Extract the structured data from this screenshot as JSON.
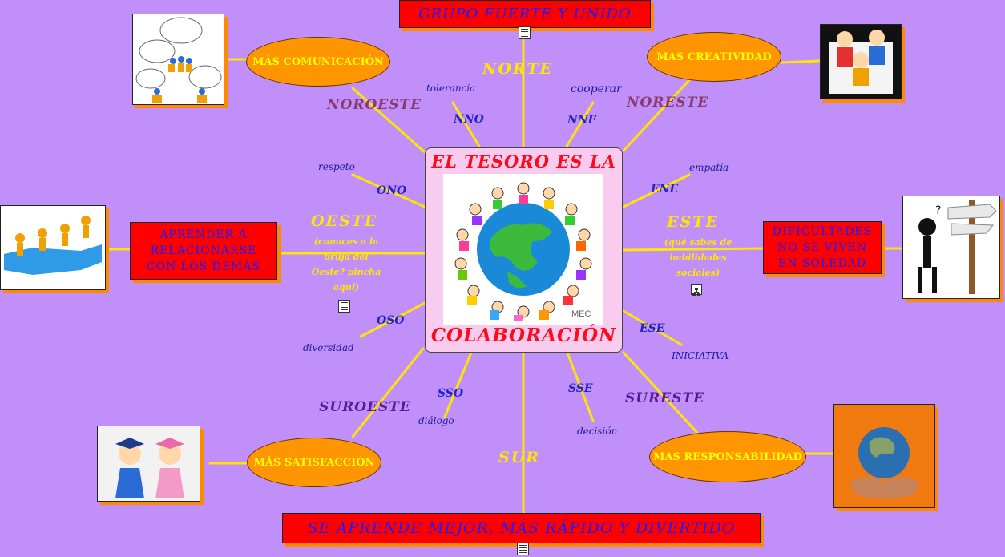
{
  "center": {
    "title_top": "EL TESORO ES LA",
    "title_bottom": "COLABORACIÓN",
    "logo": "MEC"
  },
  "top_banner": "GRUPO FUERTE Y UNIDO",
  "bottom_banner": "SE APRENDE MEJOR, MÁS RÁPIDO Y DIVERTIDO",
  "left_box": "APRENDER A RELACIONARSE CON LOS DEMÁS",
  "right_box": "DIFICULTADES NO SE VIVEN EN SOLEDAD",
  "ovals": {
    "nw": "MÁS COMUNICACIÓN",
    "ne": "MAS CREATIVIDAD",
    "sw": "MÁS SATISFACCIÓN",
    "se": "MAS RESPONSABILIDAD"
  },
  "directions": {
    "norte": "NORTE",
    "sur": "SUR",
    "noroeste": "NOROESTE",
    "noreste": "NORESTE",
    "suroeste": "SUROESTE",
    "sureste": "SURESTE",
    "oeste": "OESTE",
    "oeste_note": "(conoces a la bruja del Oeste? pincha aquí)",
    "este": "ESTE",
    "este_note": "(qué sabes de habilidades sociales)"
  },
  "subdirections": {
    "nno": "NNO",
    "nne": "NNE",
    "ono": "ONO",
    "ene": "ENE",
    "oso": "OSO",
    "ese": "ESE",
    "sso": "SSO",
    "sse": "SSE"
  },
  "values": {
    "nno": "tolerancia",
    "nne": "cooperar",
    "ono": "respeto",
    "ene": "empatía",
    "oso": "diversidad",
    "ese": "INICIATIVA",
    "sso": "diálogo",
    "sse": "decisión"
  },
  "icons": [
    "note-icon",
    "link-icon",
    "speech-bubbles-image",
    "children-image",
    "teamwork-puzzle-image",
    "thinking-signpost-image",
    "graduates-image",
    "earth-hands-image",
    "children-around-globe-image"
  ],
  "colors": {
    "background": "#c18ff9",
    "line": "#ffe600",
    "oval": "#ff9500",
    "banner": "#ff0000",
    "banner_text": "#1c1cff"
  }
}
